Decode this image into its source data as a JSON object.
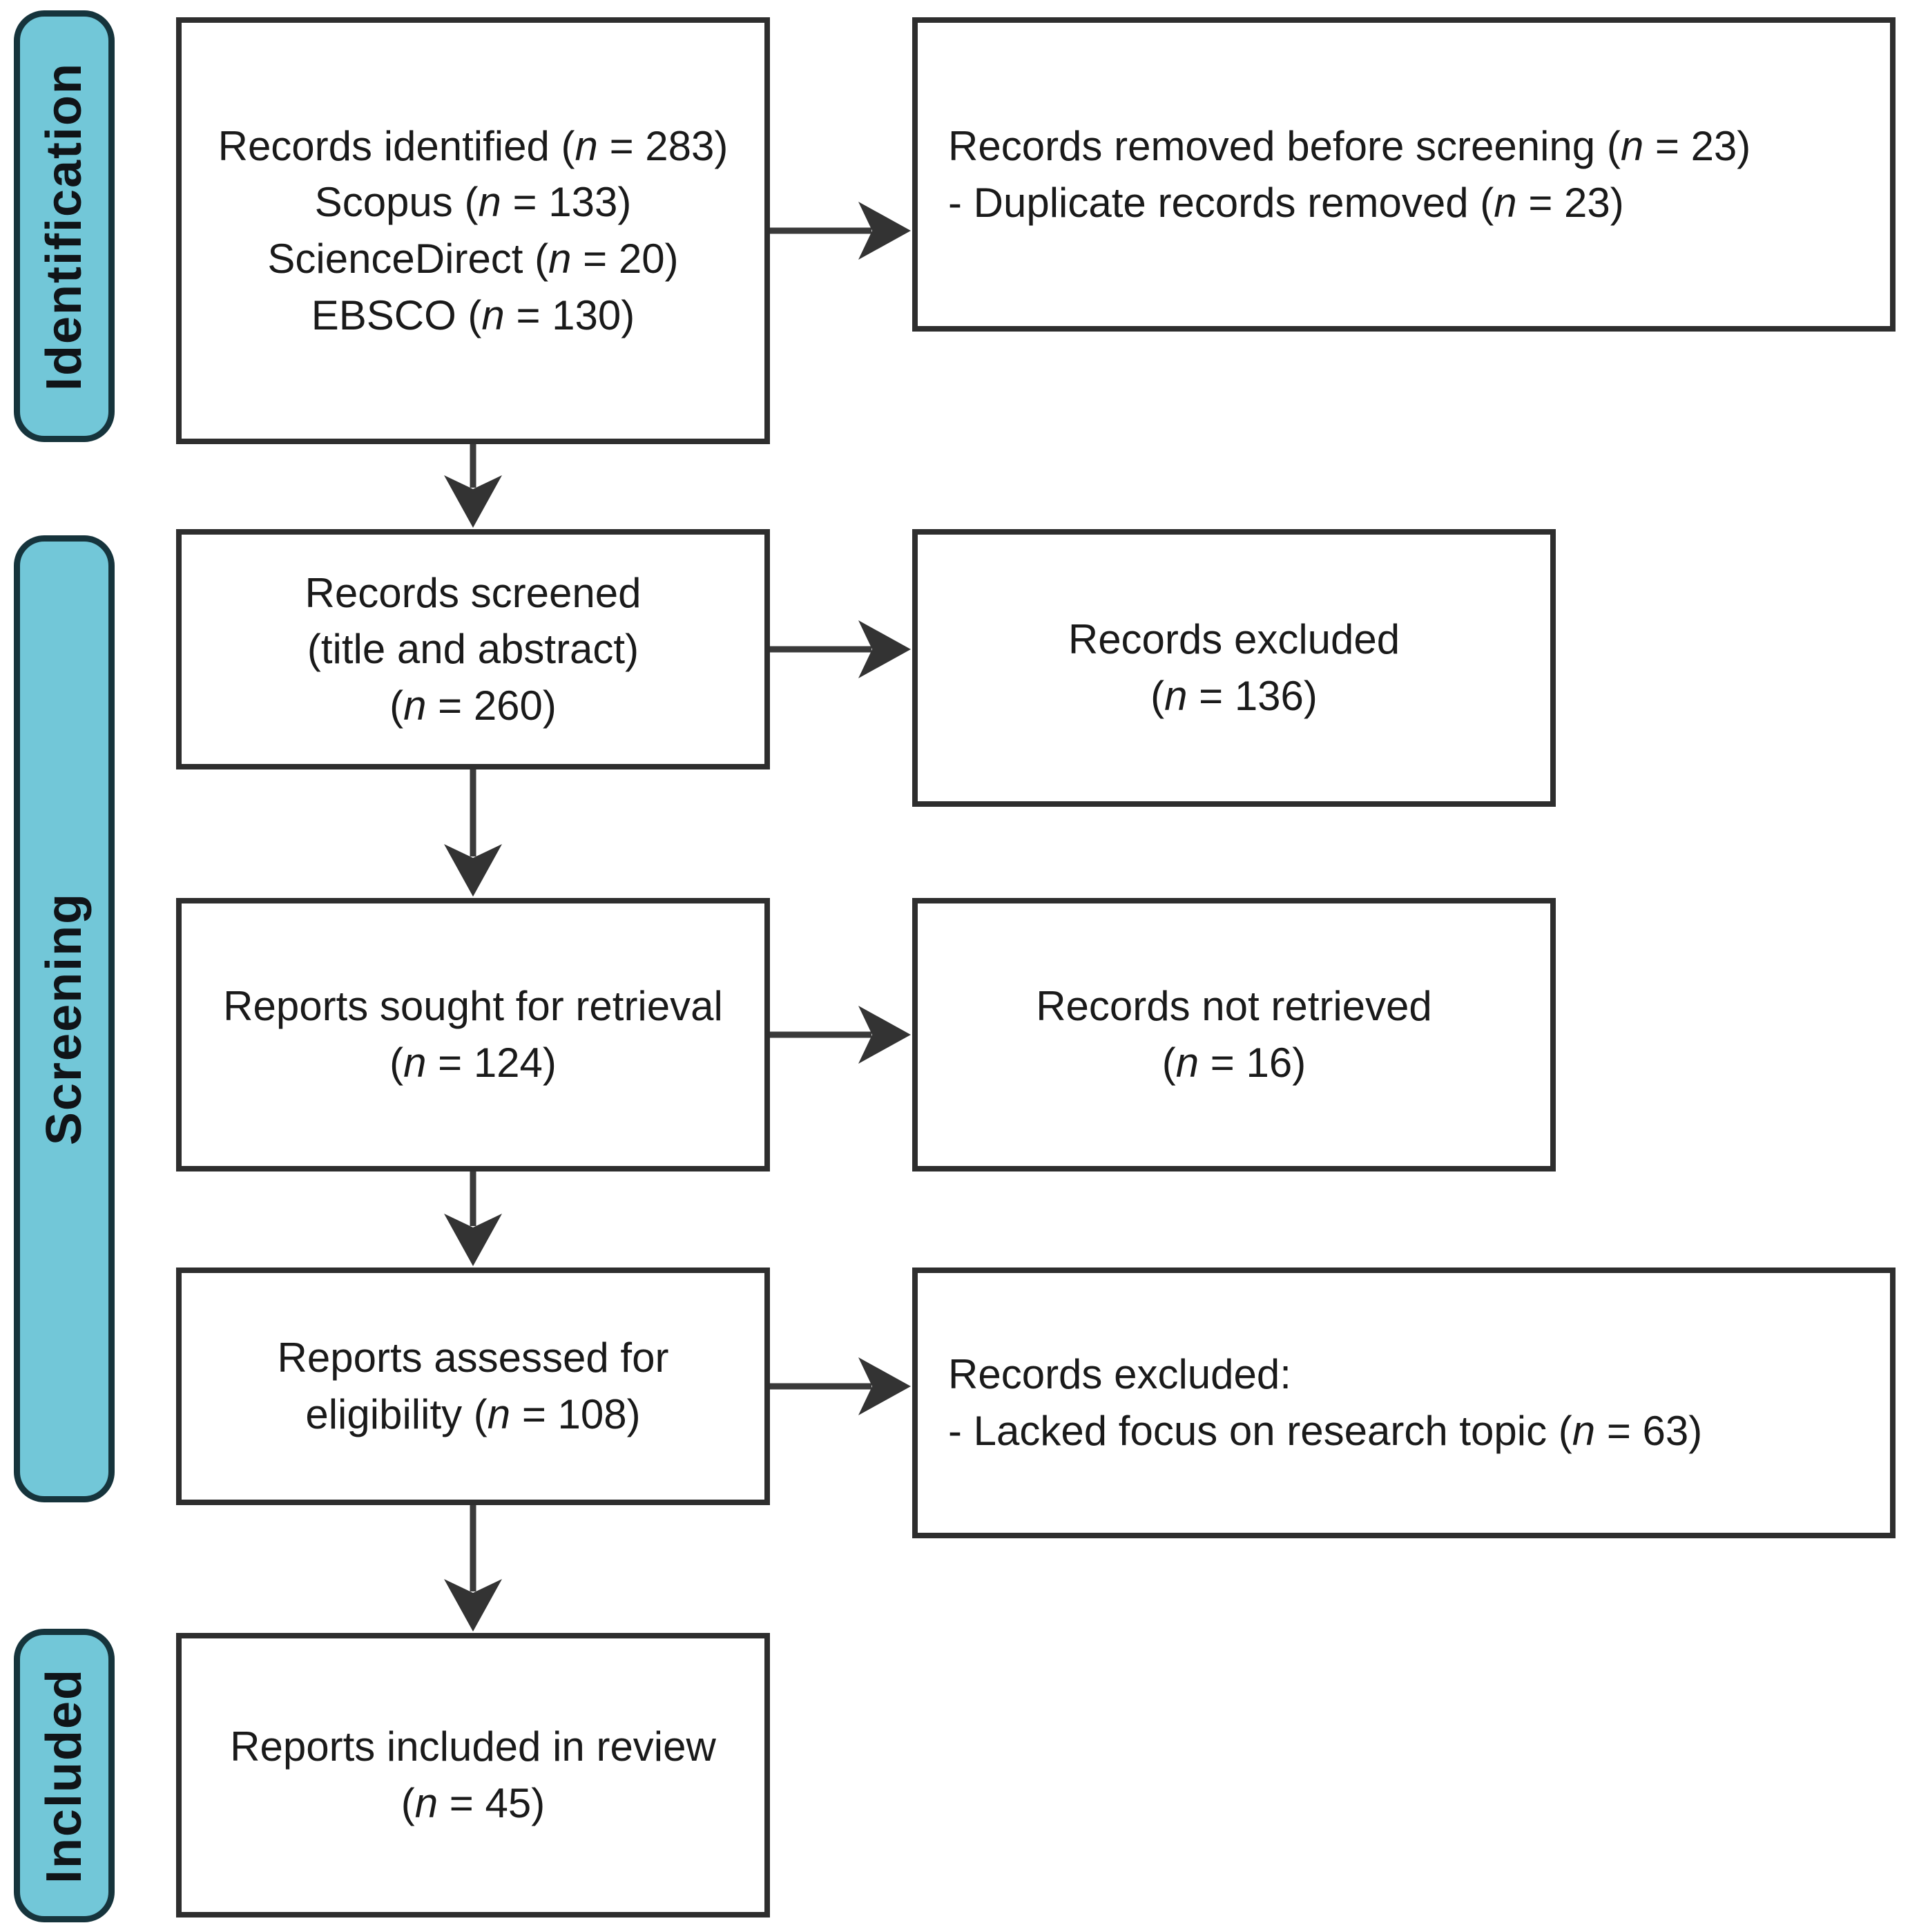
{
  "diagram": {
    "stages": [
      {
        "id": "identification",
        "label": "Identification"
      },
      {
        "id": "screening",
        "label": "Screening"
      },
      {
        "id": "included",
        "label": "Included"
      }
    ],
    "boxes": {
      "records_identified": {
        "lines": [
          "Records identified (n = 283)",
          "Scopus (n = 133)",
          "ScienceDirect (n = 20)",
          "EBSCO (n = 130)"
        ]
      },
      "records_removed": {
        "lines": [
          "Records removed before screening (n = 23)",
          "- Duplicate records removed (n = 23)"
        ]
      },
      "records_screened": {
        "lines": [
          "Records screened",
          "(title and abstract)",
          "(n = 260)"
        ]
      },
      "records_excluded_screening": {
        "lines": [
          "Records excluded",
          "(n = 136)"
        ]
      },
      "reports_sought": {
        "lines": [
          "Reports sought for retrieval",
          "(n = 124)"
        ]
      },
      "records_not_retrieved": {
        "lines": [
          "Records not retrieved",
          "(n = 16)"
        ]
      },
      "reports_assessed": {
        "lines": [
          "Reports assessed for",
          "eligibility (n = 108)"
        ]
      },
      "records_excluded_eligibility": {
        "lines": [
          "Records excluded:",
          "- Lacked focus on research topic (n = 63)"
        ]
      },
      "reports_included": {
        "lines": [
          "Reports included in review",
          "(n = 45)"
        ]
      }
    },
    "colors": {
      "stage_fill": "#72c7d8",
      "stage_border": "#16343c",
      "box_border": "#2e2e2e",
      "arrow": "#3a3a3a",
      "arrow_head": "#333333",
      "text": "#1a1a1a",
      "background": "#ffffff"
    }
  }
}
